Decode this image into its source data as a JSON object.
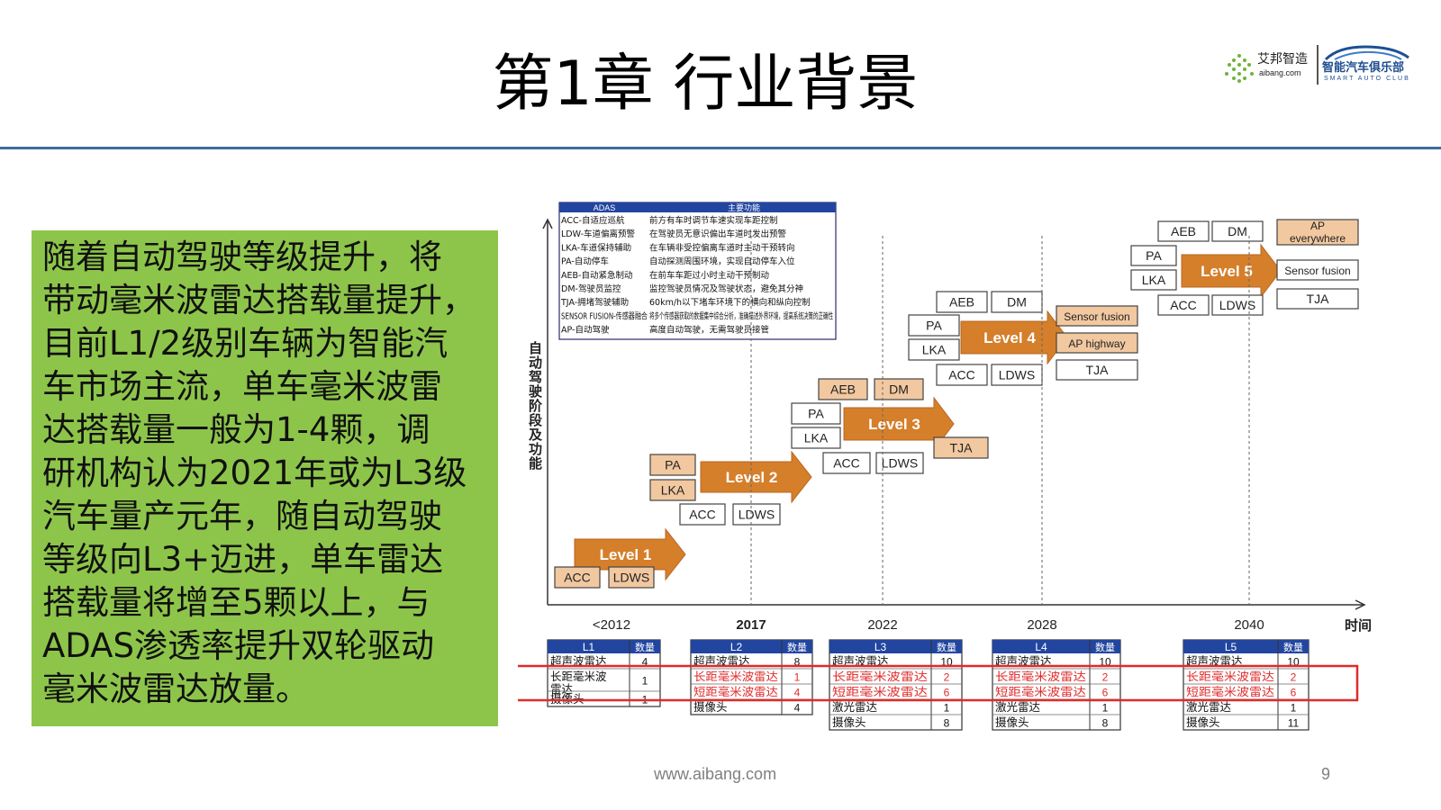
{
  "title": "第1章 行业背景",
  "logo": {
    "brand_cn": "艾邦智造",
    "brand_en": "aibang.com",
    "club_cn": "智能汽车俱乐部",
    "club_en": "SMART AUTO CLUB",
    "accent": "#6fb23a",
    "club_color": "#1e4f91"
  },
  "body_text": [
    "随着自动驾驶等级提升，将",
    "带动毫米波雷达搭载量提升，",
    "目前L1/2级别车辆为智能汽",
    "车市场主流，单车毫米波雷",
    "达搭载量一般为1-4颗，调",
    "研机构认为2021年或为L3级",
    "汽车量产元年，随自动驾驶",
    "等级向L3+迈进，单车雷达",
    "搭载量将增至5颗以上，与",
    "ADAS渗透率提升双轮驱动",
    "毫米波雷达放量。"
  ],
  "diagram": {
    "y_axis_label": "自动驾驶阶段及功能",
    "x_axis_label": "时间",
    "x_ticks": [
      "<2012",
      "2017",
      "2022",
      "2028",
      "2040"
    ],
    "legend": {
      "header": [
        "ADAS",
        "主要功能"
      ],
      "rows": [
        [
          "ACC-自适应巡航",
          "前方有车时调节车速实现车距控制"
        ],
        [
          "LDW-车道偏离预警",
          "在驾驶员无意识偏出车道时发出预警"
        ],
        [
          "LKA-车道保持辅助",
          "在车辆非受控偏离车道时主动干预转向"
        ],
        [
          "PA-自动停车",
          "自动探测周围环境，实现自动停车入位"
        ],
        [
          "AEB-自动紧急制动",
          "在前车车距过小时主动干预制动"
        ],
        [
          "DM-驾驶员监控",
          "监控驾驶员情况及驾驶状态，避免其分神"
        ],
        [
          "TJA-拥堵驾驶辅助",
          "60km/h以下堵车环境下的横向和纵向控制"
        ],
        [
          "SENSOR FUSION-传感器融合",
          "将多个传感器获取的数据集中综合分析，准确描述外界环境，提高系统决策的正确性"
        ],
        [
          "AP-自动驾驶",
          "高度自动驾驶，无需驾驶员接管"
        ]
      ]
    },
    "levels": [
      {
        "label": "Level 1",
        "features": [
          "ACC",
          "LDWS"
        ]
      },
      {
        "label": "Level 2",
        "features": [
          "PA",
          "LKA",
          "ACC",
          "LDWS"
        ]
      },
      {
        "label": "Level 3",
        "features": [
          "AEB",
          "DM",
          "PA",
          "LKA",
          "TJA",
          "ACC",
          "LDWS"
        ]
      },
      {
        "label": "Level 4",
        "features": [
          "AEB",
          "DM",
          "PA",
          "LKA",
          "Sensor fusion",
          "AP highway",
          "ACC",
          "LDWS",
          "TJA"
        ]
      },
      {
        "label": "Level 5",
        "features": [
          "AEB",
          "DM",
          "AP everywhere",
          "PA",
          "LKA",
          "Sensor fusion",
          "ACC",
          "LDWS",
          "TJA"
        ]
      }
    ],
    "tables": [
      {
        "level": "L1",
        "qty_header": "数量",
        "rows": [
          [
            "超声波雷达",
            "4"
          ],
          [
            "长距毫米波雷达",
            "1"
          ],
          [
            "摄像头",
            "1"
          ]
        ]
      },
      {
        "level": "L2",
        "qty_header": "数量",
        "rows": [
          [
            "超声波雷达",
            "8"
          ],
          [
            "长距毫米波雷达",
            "1"
          ],
          [
            "短距毫米波雷达",
            "4"
          ],
          [
            "摄像头",
            "4"
          ]
        ]
      },
      {
        "level": "L3",
        "qty_header": "数量",
        "rows": [
          [
            "超声波雷达",
            "10"
          ],
          [
            "长距毫米波雷达",
            "2"
          ],
          [
            "短距毫米波雷达",
            "6"
          ],
          [
            "激光雷达",
            "1"
          ],
          [
            "摄像头",
            "8"
          ]
        ]
      },
      {
        "level": "L4",
        "qty_header": "数量",
        "rows": [
          [
            "超声波雷达",
            "10"
          ],
          [
            "长距毫米波雷达",
            "2"
          ],
          [
            "短距毫米波雷达",
            "6"
          ],
          [
            "激光雷达",
            "1"
          ],
          [
            "摄像头",
            "8"
          ]
        ]
      },
      {
        "level": "L5",
        "qty_header": "数量",
        "rows": [
          [
            "超声波雷达",
            "10"
          ],
          [
            "长距毫米波雷达",
            "2"
          ],
          [
            "短距毫米波雷达",
            "6"
          ],
          [
            "激光雷达",
            "1"
          ],
          [
            "摄像头",
            "11"
          ]
        ]
      }
    ],
    "colors": {
      "arrow": "#d57f2b",
      "feature_fill": "#f2c8a0",
      "table_header": "#2246a0",
      "highlight": "#e02b2b",
      "radar_text": "#e02b2b"
    }
  },
  "footer": {
    "url": "www.aibang.com",
    "page": "9"
  }
}
